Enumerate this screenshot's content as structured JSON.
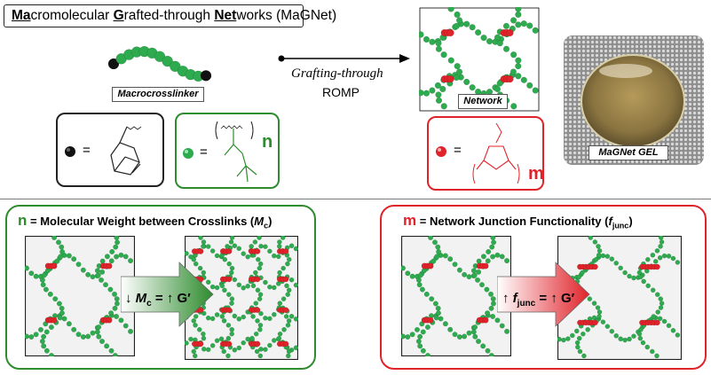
{
  "title": {
    "part1_bold": "Ma",
    "part1_rest": "cromolecular ",
    "part2_bold": "G",
    "part2_rest": "rafted-through ",
    "part3_bold": "Net",
    "part3_rest": "works (MaGNet)"
  },
  "macrocrosslinker_label": "Macrocrosslinker",
  "arrow": {
    "line1": "Grafting-through",
    "line2": "ROMP"
  },
  "network_label": "Network",
  "gel_label": "MaGNet GEL",
  "legend": {
    "equals": "=",
    "n": "n",
    "m": "m"
  },
  "left_panel": {
    "letter": "n",
    "title_text": "= Molecular Weight between Crosslinks (",
    "symbol": "M",
    "sub": "c",
    "close": ")",
    "arrow_text_a": "↓",
    "arrow_M": "M",
    "arrow_sub": "c",
    "arrow_text_b": " = ↑ G′"
  },
  "right_panel": {
    "letter": "m",
    "title_text": "= Network Junction Functionality (",
    "symbol": "f",
    "sub": "junc",
    "close": ")",
    "arrow_text_a": "↑",
    "arrow_f": "f",
    "arrow_sub": "junc",
    "arrow_text_b": " = ↑ G′"
  },
  "colors": {
    "green": "#2eaa4f",
    "red": "#e0232a",
    "panel_green": "#2e8b2e",
    "panel_red": "#e0232a"
  }
}
